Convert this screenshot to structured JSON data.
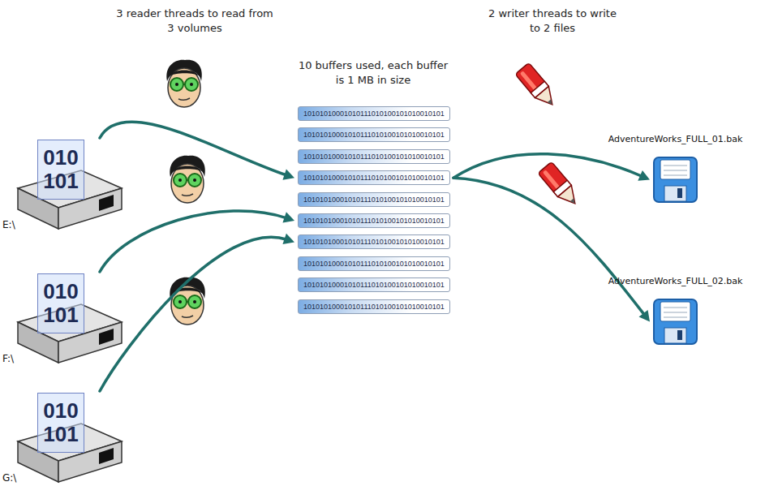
{
  "diagram": {
    "nodes": [
      {
        "text": [
          "010 101",
          "E:\\"
        ]
      },
      {
        "text": [
          "010 101",
          "F:\\"
        ]
      },
      {
        "text": [
          "010 101",
          "G:\\"
        ]
      },
      {
        "text": [
          "10101010001010111010100101010010101"
        ]
      },
      {
        "text": [
          "10101010001010111010100101010010101"
        ]
      },
      {
        "text": [
          "10101010001010111010100101010010101"
        ]
      },
      {
        "text": [
          "10101010001010111010100101010010101"
        ]
      },
      {
        "text": [
          "10101010001010111010100101010010101"
        ]
      },
      {
        "text": [
          "10101010001010111010100101010010101"
        ]
      },
      {
        "text": [
          "10101010001010111010100101010010101"
        ]
      },
      {
        "text": [
          "10101010001010111010100101010010101"
        ]
      },
      {
        "text": [
          "10101010001010111010100101010010101"
        ]
      },
      {
        "text": [
          "10101010001010111010100101010010101"
        ]
      },
      {
        "text": [
          "AdventureWorks_FULL_01.bak"
        ]
      },
      {
        "text": [
          "AdventureWorks_FULL_02.bak"
        ]
      }
    ],
    "edges": [
      {
        "from": 0,
        "to": 6,
        "arrow": "to"
      },
      {
        "from": 1,
        "to": 8,
        "arrow": "to"
      },
      {
        "from": 2,
        "to": 9,
        "arrow": "to"
      },
      {
        "from": 6,
        "to": 13,
        "arrow": "to"
      },
      {
        "from": 6,
        "to": 14,
        "arrow": "to"
      }
    ],
    "labels": [
      "3 reader threads to read from 3 volumes",
      "10 buffers used, each buffer is 1 MB in size",
      "2 writer threads to write to 2 files"
    ]
  }
}
